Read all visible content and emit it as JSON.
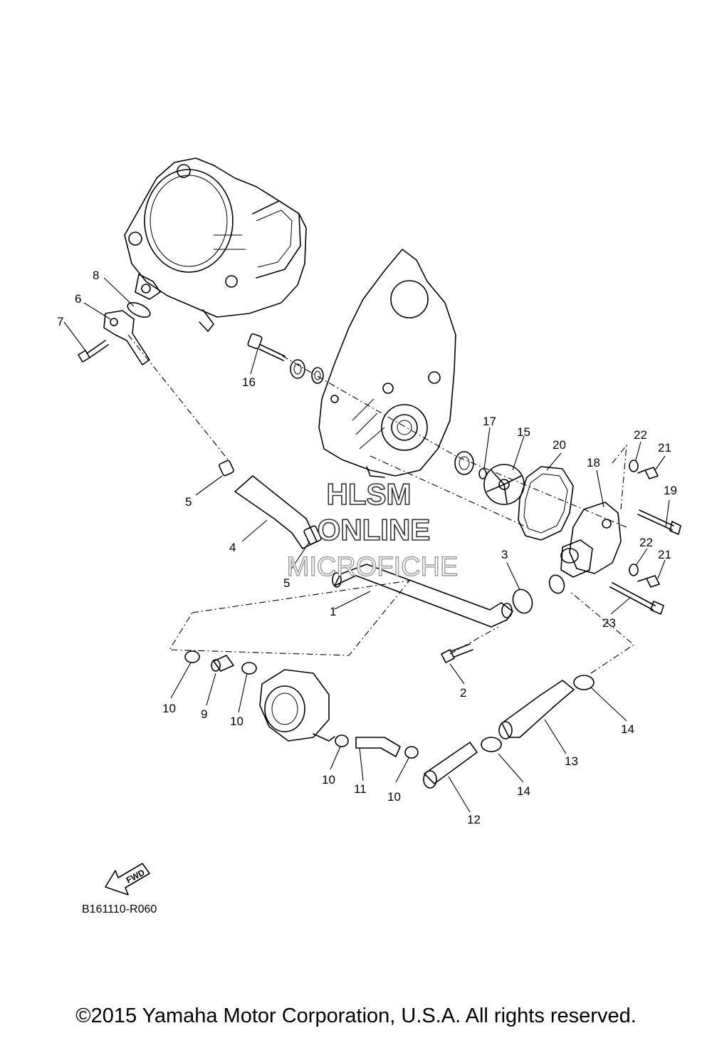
{
  "watermark": {
    "line1": "HLSM",
    "line2": "ONLINE",
    "line3": "MICROFICHE"
  },
  "fwd_label": "FWD",
  "ref_code": "B161110-R060",
  "copyright": "©2015 Yamaha Motor Corporation, U.S.A. All rights reserved.",
  "callouts": [
    {
      "id": "c1",
      "text": "1"
    },
    {
      "id": "c2",
      "text": "2"
    },
    {
      "id": "c3",
      "text": "3"
    },
    {
      "id": "c4",
      "text": "4"
    },
    {
      "id": "c5a",
      "text": "5"
    },
    {
      "id": "c5b",
      "text": "5"
    },
    {
      "id": "c6",
      "text": "6"
    },
    {
      "id": "c7",
      "text": "7"
    },
    {
      "id": "c8",
      "text": "8"
    },
    {
      "id": "c9",
      "text": "9"
    },
    {
      "id": "c10a",
      "text": "10"
    },
    {
      "id": "c10b",
      "text": "10"
    },
    {
      "id": "c10c",
      "text": "10"
    },
    {
      "id": "c10d",
      "text": "10"
    },
    {
      "id": "c11",
      "text": "11"
    },
    {
      "id": "c12",
      "text": "12"
    },
    {
      "id": "c13",
      "text": "13"
    },
    {
      "id": "c14a",
      "text": "14"
    },
    {
      "id": "c14b",
      "text": "14"
    },
    {
      "id": "c15",
      "text": "15"
    },
    {
      "id": "c16",
      "text": "16"
    },
    {
      "id": "c17",
      "text": "17"
    },
    {
      "id": "c18",
      "text": "18"
    },
    {
      "id": "c19",
      "text": "19"
    },
    {
      "id": "c20",
      "text": "20"
    },
    {
      "id": "c21a",
      "text": "21"
    },
    {
      "id": "c21b",
      "text": "21"
    },
    {
      "id": "c22a",
      "text": "22"
    },
    {
      "id": "c22b",
      "text": "22"
    },
    {
      "id": "c23",
      "text": "23"
    }
  ]
}
